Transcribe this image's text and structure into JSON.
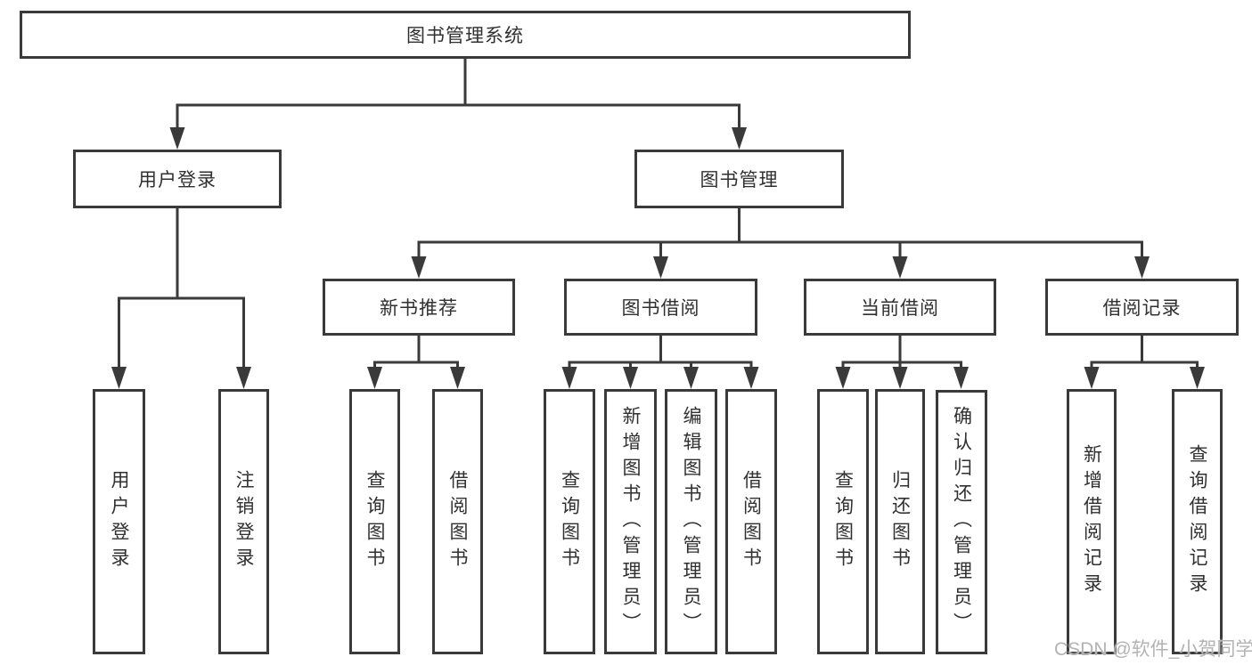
{
  "diagram": {
    "root": {
      "label": "图书管理系统"
    },
    "branches": [
      {
        "label": "用户登录",
        "children": [
          {
            "label": "用户登录"
          },
          {
            "label": "注销登录"
          }
        ]
      },
      {
        "label": "图书管理",
        "children": [
          {
            "label": "新书推荐",
            "children": [
              {
                "label": "查询图书"
              },
              {
                "label": "借阅图书"
              }
            ]
          },
          {
            "label": "图书借阅",
            "children": [
              {
                "label": "查询图书"
              },
              {
                "label": "新增图书（管理员）"
              },
              {
                "label": "编辑图书（管理员）"
              },
              {
                "label": "借阅图书"
              }
            ]
          },
          {
            "label": "当前借阅",
            "children": [
              {
                "label": "查询图书"
              },
              {
                "label": "归还图书"
              },
              {
                "label": "确认归还（管理员）"
              }
            ]
          },
          {
            "label": "借阅记录",
            "children": [
              {
                "label": "新增借阅记录"
              },
              {
                "label": "查询借阅记录"
              }
            ]
          }
        ]
      }
    ]
  },
  "watermark": {
    "text": "CSDN @软件_小贺同学"
  },
  "colors": {
    "line": "#3a3a3a",
    "text": "#303030",
    "watermark": "#b3b3b3",
    "background": "#ffffff"
  }
}
